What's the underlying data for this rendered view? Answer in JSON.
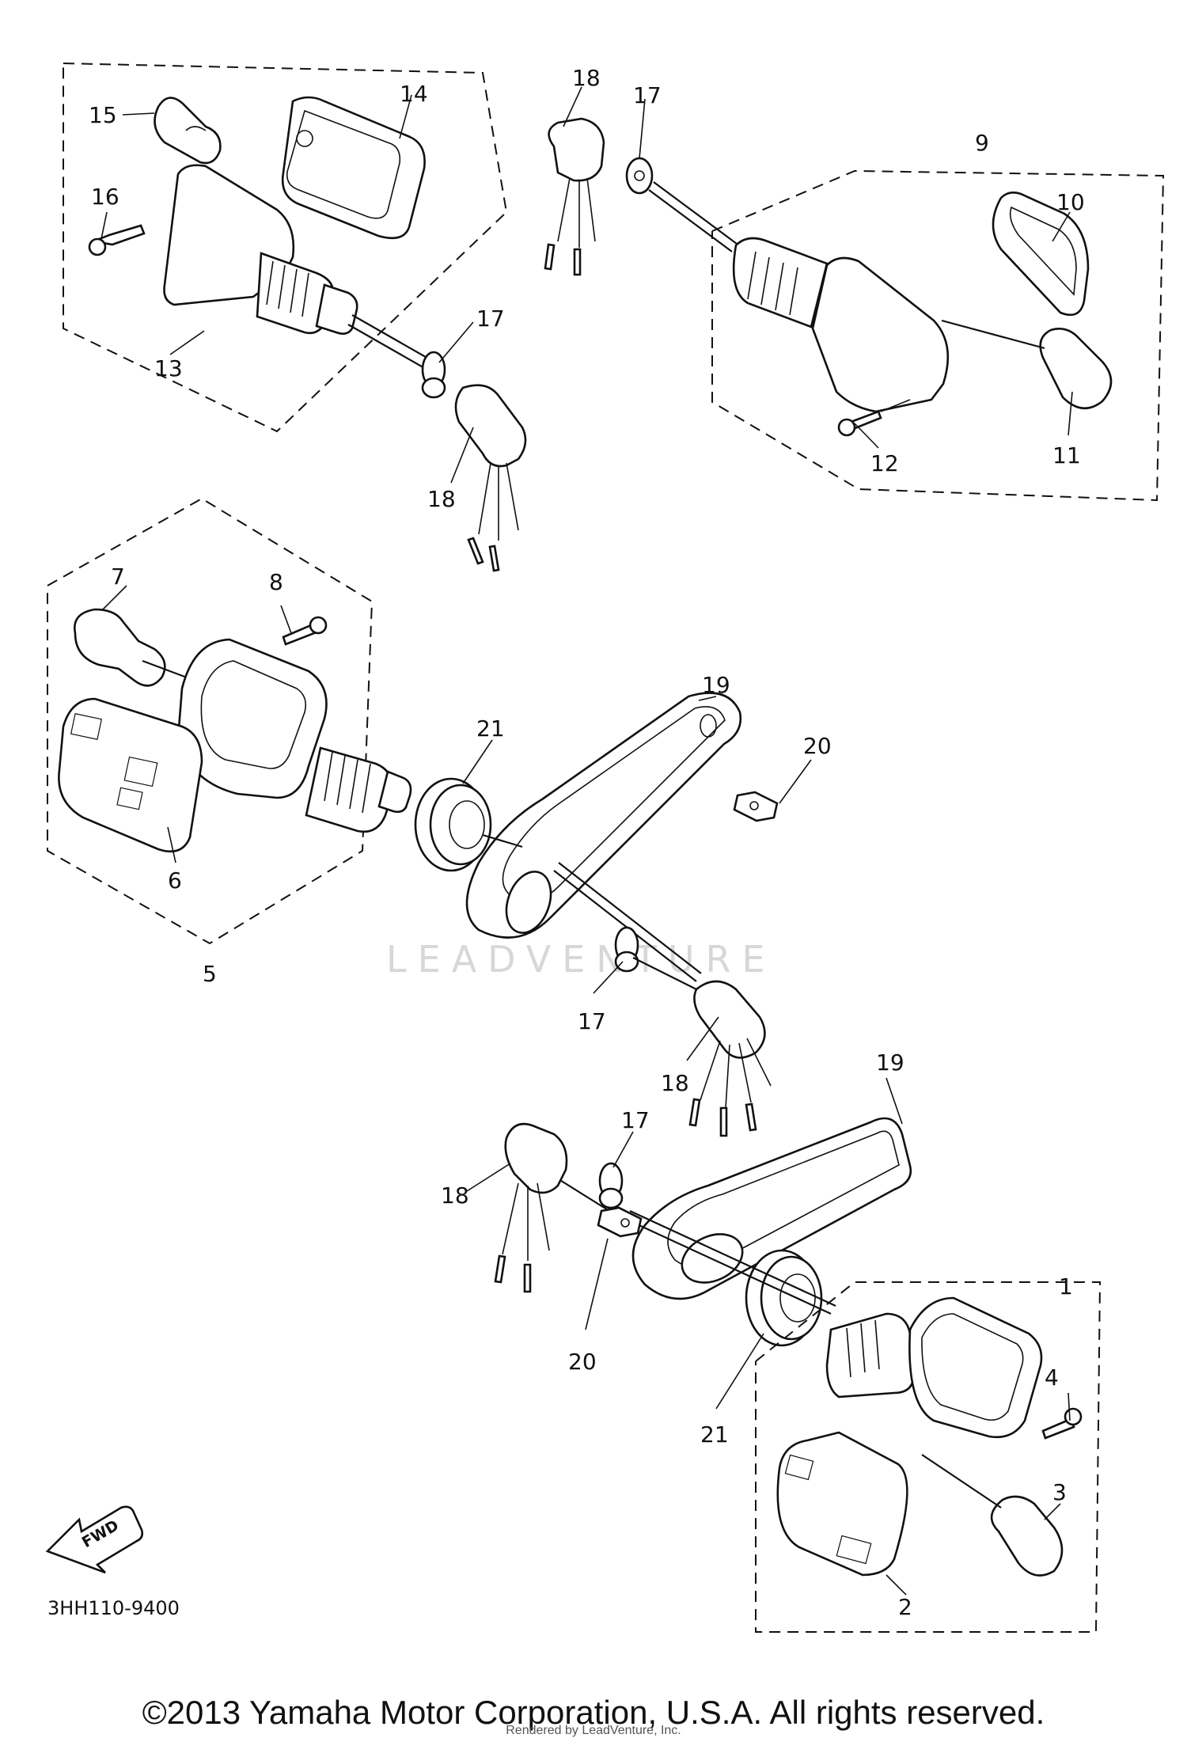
{
  "diagram": {
    "code": "3HH110-9400",
    "fwd_label": "FWD",
    "watermark": "LEADVENTURE",
    "callouts": {
      "c1": "1",
      "c2": "2",
      "c3": "3",
      "c4": "4",
      "c5": "5",
      "c6": "6",
      "c7": "7",
      "c8": "8",
      "c9": "9",
      "c10": "10",
      "c11": "11",
      "c12": "12",
      "c13": "13",
      "c14": "14",
      "c15": "15",
      "c16": "16",
      "c17a": "17",
      "c17b": "17",
      "c17c": "17",
      "c17d": "17",
      "c18a": "18",
      "c18b": "18",
      "c18c": "18",
      "c18d": "18",
      "c19a": "19",
      "c19b": "19",
      "c20a": "20",
      "c20b": "20",
      "c21a": "21",
      "c21b": "21"
    }
  },
  "footer": {
    "copyright": "©2013 Yamaha Motor Corporation, U.S.A. All rights reserved.",
    "rendered_by": "Rendered by LeadVenture, Inc."
  }
}
